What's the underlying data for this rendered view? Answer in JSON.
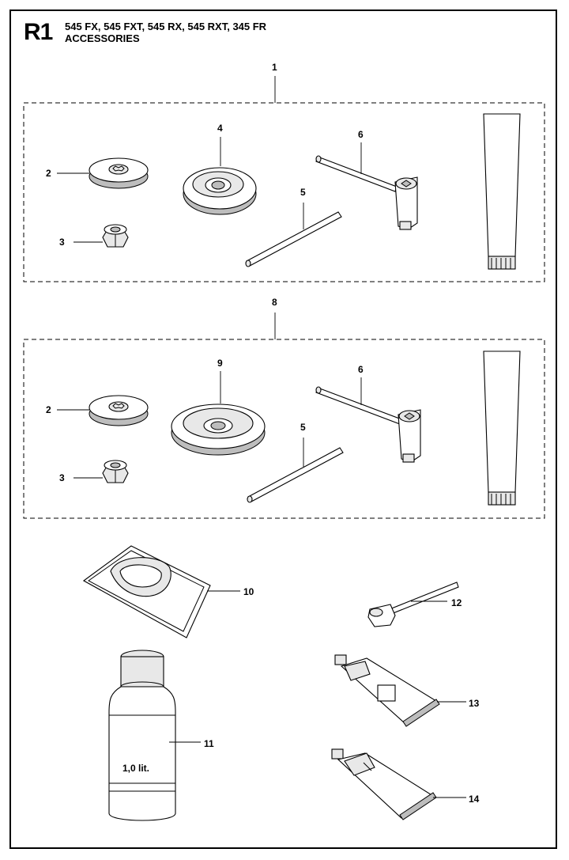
{
  "header": {
    "section_code": "R1",
    "models": "545 FX, 545 FXT, 545 RX, 545 RXT, 345 FR",
    "subtitle": "ACCESSORIES"
  },
  "callouts": {
    "c1": "1",
    "c2a": "2",
    "c3a": "3",
    "c4": "4",
    "c5a": "5",
    "c6a": "6",
    "c8": "8",
    "c2b": "2",
    "c3b": "3",
    "c9": "9",
    "c5b": "5",
    "c6b": "6",
    "c10": "10",
    "c11": "11",
    "c12": "12",
    "c13": "13",
    "c14": "14"
  },
  "bottle_label": "1,0 lit."
}
